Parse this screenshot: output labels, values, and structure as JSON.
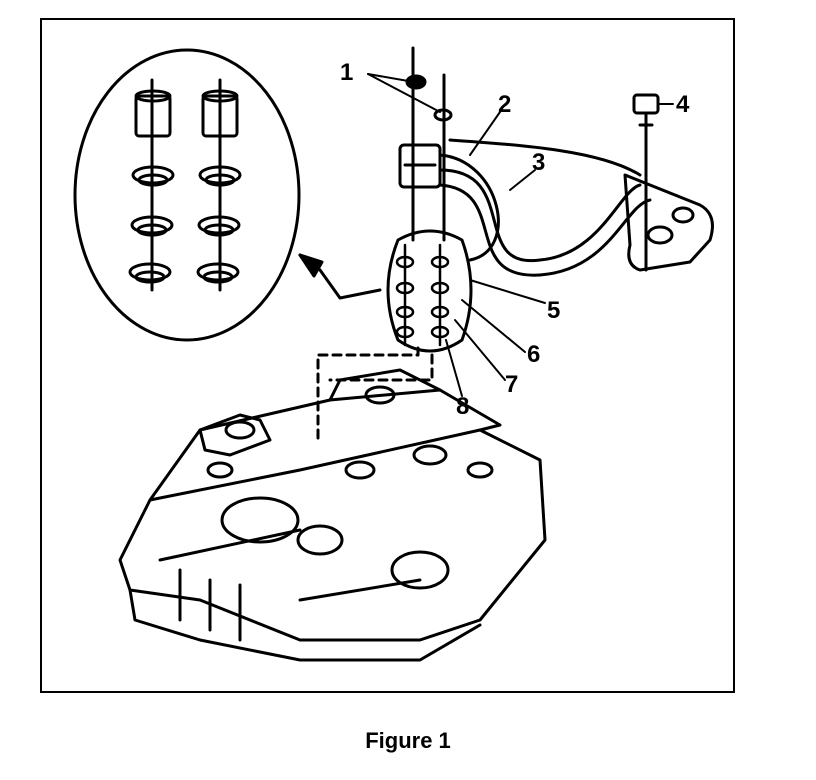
{
  "callouts": [
    "1",
    "2",
    "3",
    "4",
    "5",
    "6",
    "7",
    "8"
  ],
  "caption": "Figure 1"
}
